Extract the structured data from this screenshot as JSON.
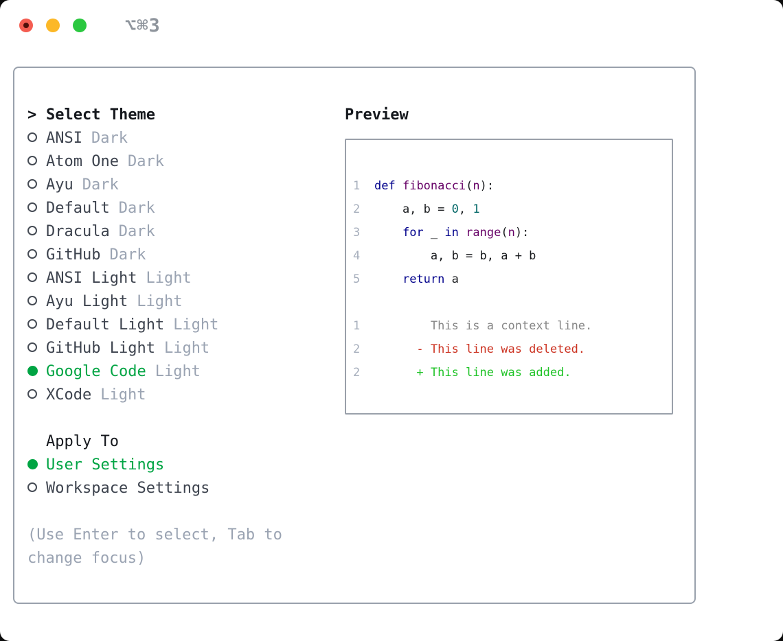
{
  "window": {
    "title": "⌥⌘3",
    "traffic_lights": [
      "close",
      "minimize",
      "zoom"
    ]
  },
  "theme_selector": {
    "prompt": ">",
    "heading": "Select Theme",
    "themes": [
      {
        "name": "ANSI",
        "variant": "Dark",
        "selected": false
      },
      {
        "name": "Atom One",
        "variant": "Dark",
        "selected": false
      },
      {
        "name": "Ayu",
        "variant": "Dark",
        "selected": false
      },
      {
        "name": "Default",
        "variant": "Dark",
        "selected": false
      },
      {
        "name": "Dracula",
        "variant": "Dark",
        "selected": false
      },
      {
        "name": "GitHub",
        "variant": "Dark",
        "selected": false
      },
      {
        "name": "ANSI Light",
        "variant": "Light",
        "selected": false
      },
      {
        "name": "Ayu Light",
        "variant": "Light",
        "selected": false
      },
      {
        "name": "Default Light",
        "variant": "Light",
        "selected": false
      },
      {
        "name": "GitHub Light",
        "variant": "Light",
        "selected": false
      },
      {
        "name": "Google Code",
        "variant": "Light",
        "selected": true
      },
      {
        "name": "XCode",
        "variant": "Light",
        "selected": false
      }
    ]
  },
  "apply_to": {
    "heading": "Apply To",
    "options": [
      {
        "label": "User Settings",
        "selected": true
      },
      {
        "label": "Workspace Settings",
        "selected": false
      }
    ]
  },
  "hint": "(Use Enter to select, Tab to change focus)",
  "preview": {
    "heading": "Preview",
    "lines": [
      {
        "num": "1",
        "kind": "code",
        "segments": [
          {
            "t": "def",
            "c": "kwd"
          },
          {
            "t": " ",
            "c": "pln"
          },
          {
            "t": "fibonacci",
            "c": "typ"
          },
          {
            "t": "(",
            "c": "pln"
          },
          {
            "t": "n",
            "c": "typ"
          },
          {
            "t": "):",
            "c": "pln"
          }
        ]
      },
      {
        "num": "2",
        "kind": "code",
        "segments": [
          {
            "t": "    a, b = ",
            "c": "pln"
          },
          {
            "t": "0",
            "c": "lit"
          },
          {
            "t": ", ",
            "c": "pln"
          },
          {
            "t": "1",
            "c": "lit"
          }
        ]
      },
      {
        "num": "3",
        "kind": "code",
        "segments": [
          {
            "t": "    ",
            "c": "pln"
          },
          {
            "t": "for",
            "c": "kwd"
          },
          {
            "t": " _ ",
            "c": "pln"
          },
          {
            "t": "in",
            "c": "kwd"
          },
          {
            "t": " ",
            "c": "pln"
          },
          {
            "t": "range",
            "c": "typ"
          },
          {
            "t": "(",
            "c": "pln"
          },
          {
            "t": "n",
            "c": "typ"
          },
          {
            "t": "):",
            "c": "pln"
          }
        ]
      },
      {
        "num": "4",
        "kind": "code",
        "segments": [
          {
            "t": "        a, b = b, a + b",
            "c": "pln"
          }
        ]
      },
      {
        "num": "5",
        "kind": "code",
        "segments": [
          {
            "t": "    ",
            "c": "pln"
          },
          {
            "t": "return",
            "c": "kwd"
          },
          {
            "t": " a",
            "c": "pln"
          }
        ]
      },
      {
        "num": "",
        "kind": "blank",
        "segments": []
      },
      {
        "num": "1",
        "kind": "diff-context",
        "segments": [
          {
            "t": "        This is a context line.",
            "c": "ctx"
          }
        ]
      },
      {
        "num": "2",
        "kind": "diff-deleted",
        "segments": [
          {
            "t": "      - This line was deleted.",
            "c": "del"
          }
        ]
      },
      {
        "num": "2",
        "kind": "diff-added",
        "segments": [
          {
            "t": "      + This line was added.",
            "c": "add"
          }
        ]
      }
    ]
  },
  "colors": {
    "selection_green": "#00a443",
    "keyword_blue": "#00008b",
    "type_purple": "#660066",
    "literal_teal": "#006666",
    "diff_deleted_red": "#cc3322",
    "diff_added_green": "#1fc327",
    "context_gray": "#878787",
    "line_number_gray": "#a6aebc",
    "muted_gray": "#9aa3b2",
    "panel_border": "#99a1ac",
    "traffic_red": "#f45d51",
    "traffic_yellow": "#fcb827",
    "traffic_green": "#2bc840"
  }
}
